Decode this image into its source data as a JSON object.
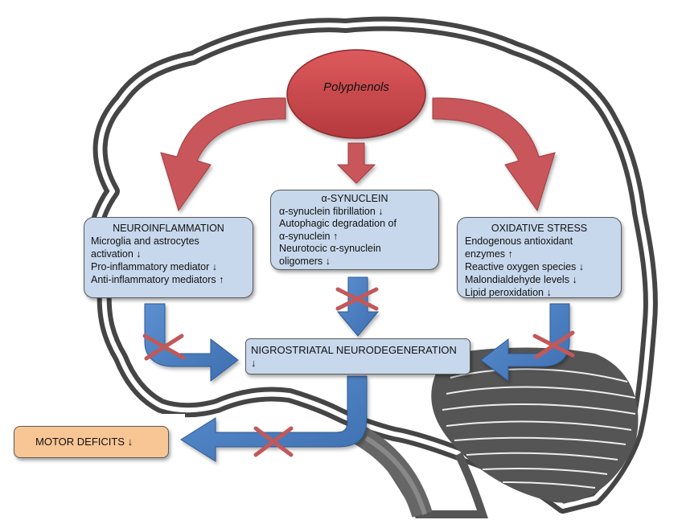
{
  "center": {
    "label": "Polyphenols"
  },
  "neuroinflammation": {
    "title": "NEUROINFLAMMATION",
    "lines": [
      "Microglia and astrocytes",
      "activation ↓",
      "Pro-inflammatory mediator ↓",
      "Anti-inflammatory mediators ↑"
    ]
  },
  "synuclein": {
    "title": "α-SYNUCLEIN",
    "lines": [
      "α-synuclein fibrillation ↓",
      "Autophagic degradation of",
      "α-synuclein ↑",
      "Neurotocic α-synuclein",
      "oligomers ↓"
    ]
  },
  "oxidative": {
    "title": "OXIDATIVE STRESS",
    "lines": [
      "Endogenous antioxidant",
      "enzymes ↑",
      "Reactive oxygen species ↓",
      "Malondialdehyde levels ↓",
      "Lipid peroxidation ↓"
    ]
  },
  "nigrostriatal": {
    "label": "NIGROSTRIATAL NEURODEGENERATION ↓"
  },
  "motor": {
    "label": "MOTOR DEFICITS ↓"
  },
  "colors": {
    "box_fill": "#c7d8ec",
    "oval_fill": "#c9474a",
    "red_arrow": "#c9565a",
    "blue_arrow": "#4a7fc4",
    "cross": "#c25858",
    "motor_fill": "#f8c595"
  }
}
